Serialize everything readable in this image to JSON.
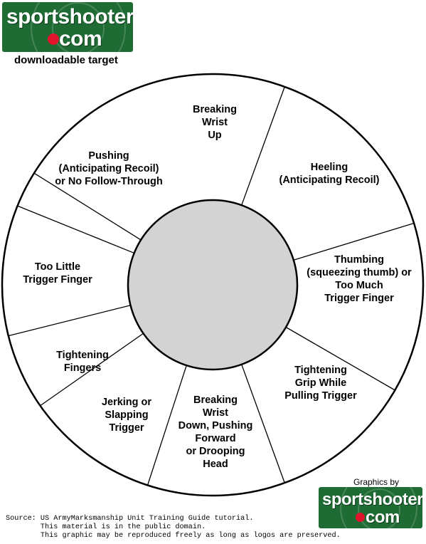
{
  "logos": {
    "top": {
      "word1": "sportshooter",
      "word2": "com"
    },
    "bottom": {
      "word1": "sportshooter",
      "word2": "com"
    }
  },
  "captions": {
    "downloadable": "downloadable target",
    "graphics_by": "Graphics by"
  },
  "target": {
    "outer_fill": "#ffffff",
    "center_fill": "#d3d3d3",
    "line_color": "#000000",
    "segments": [
      {
        "id": "breaking-wrist-up",
        "label": "Breaking\nWrist\nUp"
      },
      {
        "id": "heeling",
        "label": "Heeling\n(Anticipating Recoil)"
      },
      {
        "id": "thumbing",
        "label": "Thumbing\n(squeezing thumb) or\nToo Much\nTrigger Finger"
      },
      {
        "id": "tightening-grip",
        "label": "Tightening\nGrip While\nPulling Trigger"
      },
      {
        "id": "breaking-wrist-down",
        "label": "Breaking\nWrist\nDown, Pushing\nForward\nor Drooping\nHead"
      },
      {
        "id": "jerking",
        "label": "Jerking or\nSlapping\nTrigger"
      },
      {
        "id": "tightening-fingers",
        "label": "Tightening\nFingers"
      },
      {
        "id": "too-little-trigger",
        "label": "Too Little\nTrigger Finger"
      },
      {
        "id": "pushing",
        "label": "Pushing\n(Anticipating Recoil)\nor No Follow-Through"
      }
    ]
  },
  "source": {
    "line1": "Source: US ArmyMarksmanship Unit Training Guide tutorial.",
    "line2": "        This material is in the public domain.",
    "line3": "        This graphic may be reproduced freely as long as logos are preserved."
  },
  "colors": {
    "logo_green": "#1e6b34",
    "logo_dot": "#e0152b"
  }
}
